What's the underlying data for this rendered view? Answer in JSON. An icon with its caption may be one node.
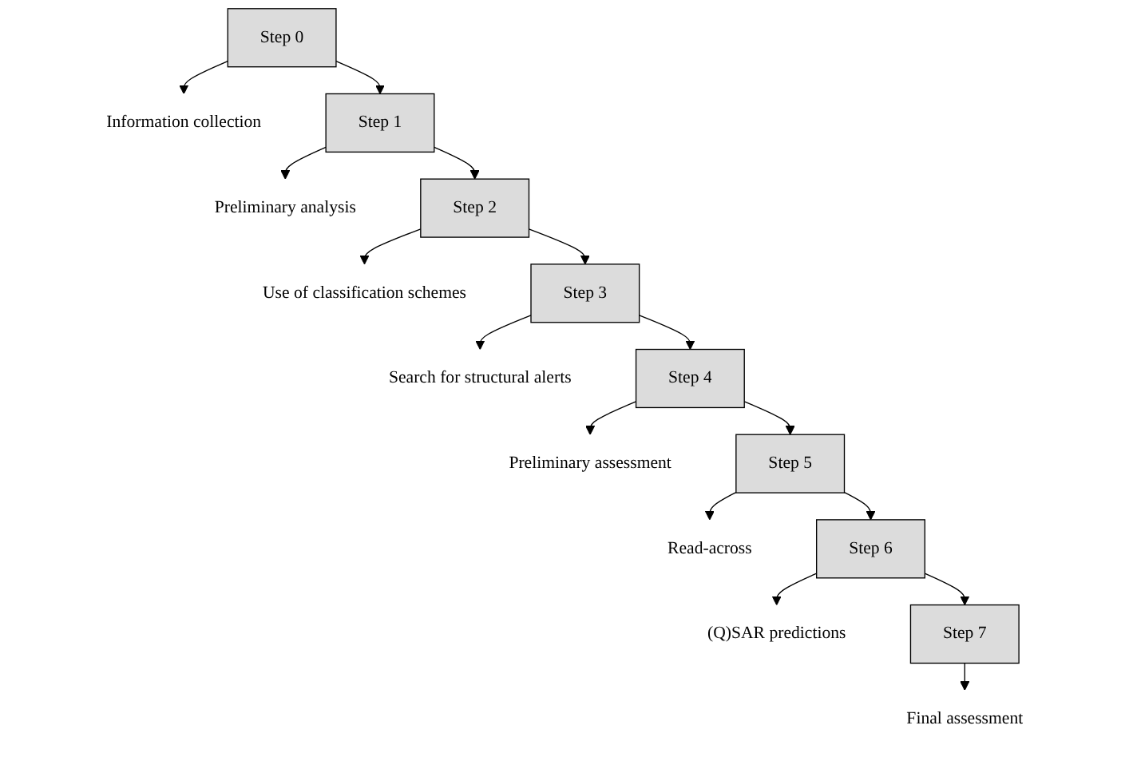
{
  "diagram": {
    "nodes": [
      {
        "text": [
          "Step 0"
        ]
      },
      {
        "text": [
          "Information collection"
        ]
      },
      {
        "text": [
          "Step 1"
        ]
      },
      {
        "text": [
          "Preliminary analysis"
        ]
      },
      {
        "text": [
          "Step 2"
        ]
      },
      {
        "text": [
          "Use of classification schemes"
        ]
      },
      {
        "text": [
          "Step 3"
        ]
      },
      {
        "text": [
          "Search for structural alerts"
        ]
      },
      {
        "text": [
          "Step 4"
        ]
      },
      {
        "text": [
          "Preliminary assessment"
        ]
      },
      {
        "text": [
          "Step 5"
        ]
      },
      {
        "text": [
          "Read-across"
        ]
      },
      {
        "text": [
          "Step 6"
        ]
      },
      {
        "text": [
          "(Q)SAR predictions"
        ]
      },
      {
        "text": [
          "Step 7"
        ]
      },
      {
        "text": [
          "Final assessment"
        ]
      }
    ],
    "edges": [
      {
        "from": 0,
        "to": 1,
        "arrow": "to"
      },
      {
        "from": 0,
        "to": 2,
        "arrow": "to"
      },
      {
        "from": 2,
        "to": 3,
        "arrow": "to"
      },
      {
        "from": 2,
        "to": 4,
        "arrow": "to"
      },
      {
        "from": 4,
        "to": 5,
        "arrow": "to"
      },
      {
        "from": 4,
        "to": 6,
        "arrow": "to"
      },
      {
        "from": 6,
        "to": 7,
        "arrow": "to"
      },
      {
        "from": 6,
        "to": 8,
        "arrow": "to"
      },
      {
        "from": 8,
        "to": 9,
        "arrow": "to"
      },
      {
        "from": 8,
        "to": 10,
        "arrow": "to"
      },
      {
        "from": 10,
        "to": 11,
        "arrow": "to"
      },
      {
        "from": 10,
        "to": 12,
        "arrow": "to"
      },
      {
        "from": 12,
        "to": 13,
        "arrow": "to"
      },
      {
        "from": 12,
        "to": 14,
        "arrow": "to"
      },
      {
        "from": 14,
        "to": 15,
        "arrow": "to"
      }
    ]
  }
}
